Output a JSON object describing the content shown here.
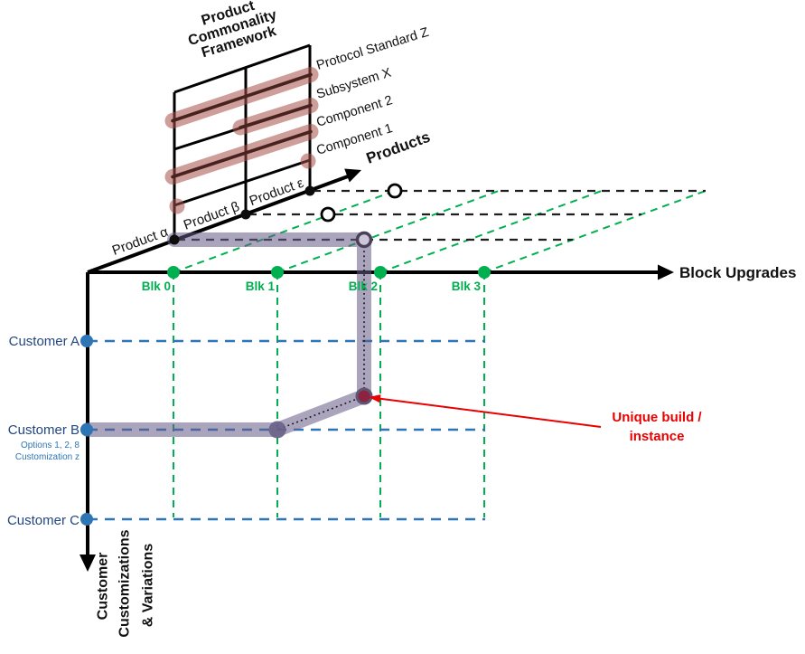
{
  "title": {
    "line1": "Product",
    "line2": "Commonality",
    "line3": "Framework"
  },
  "framework_elements": {
    "e1": "Protocol Standard Z",
    "e2": "Subsystem X",
    "e3": "Component 2",
    "e4": "Component 1"
  },
  "axis": {
    "products": "Products",
    "blocks": "Block Upgrades",
    "customer_line1": "Customer",
    "customer_line2": "Customizations",
    "customer_line3": "& Variations"
  },
  "products": {
    "alpha": "Product α",
    "beta": "Product β",
    "epsilon": "Product ε"
  },
  "blocks": {
    "b0": "Blk 0",
    "b1": "Blk 1",
    "b2": "Blk 2",
    "b3": "Blk 3"
  },
  "customers": {
    "a": "Customer A",
    "b": "Customer B",
    "c": "Customer C",
    "b_note_1": "Options 1, 2, 8",
    "b_note_2": "Customization z"
  },
  "annotation": {
    "line1": "Unique build /",
    "line2": "instance"
  },
  "colors": {
    "green": "#00b050",
    "blue": "#2e75b6",
    "customer_text": "#24477e",
    "red": "#e90000",
    "black": "#111111",
    "highlight": "rgba(165,78,72,0.55)",
    "highlight_core": "#48221f",
    "band": "rgba(100,90,135,0.55)",
    "junction": "#6a6288",
    "unique_dot": "#8c2340",
    "unique_ring": "#5e5675",
    "corner_fill": "#ccc6d8",
    "corner_ring": "#49415a"
  }
}
